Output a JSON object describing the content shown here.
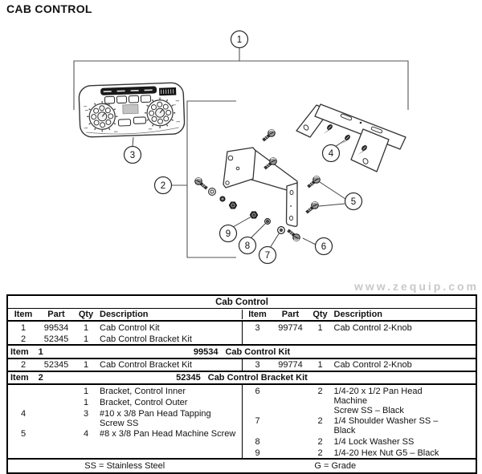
{
  "page": {
    "title": "CAB CONTROL",
    "watermark": "www.zequip.com"
  },
  "diagram": {
    "callouts": [
      "1",
      "2",
      "3",
      "4",
      "5",
      "6",
      "7",
      "8",
      "9"
    ],
    "parts": [
      "cab-control-2-knob-head",
      "inner-control-bracket",
      "outer-control-bracket",
      "pan-head-screws",
      "tapping-screws",
      "washers",
      "hex-nuts"
    ]
  },
  "table": {
    "title": "Cab Control",
    "headers": {
      "item": "Item",
      "part": "Part",
      "qty": "Qty",
      "desc": "Description"
    },
    "overview": {
      "left": [
        {
          "item": "1",
          "part": "99534",
          "qty": "1",
          "desc": "Cab Control Kit"
        },
        {
          "item": "2",
          "part": "52345",
          "qty": "1",
          "desc": "Cab Control Bracket Kit"
        }
      ],
      "right": [
        {
          "item": "3",
          "part": "99774",
          "qty": "1",
          "desc": "Cab Control 2-Knob"
        }
      ]
    },
    "section1": {
      "label": "Item",
      "num": "1",
      "part": "99534",
      "name": "Cab Control Kit",
      "left": [
        {
          "item": "2",
          "part": "52345",
          "qty": "1",
          "desc": "Cab Control Bracket Kit"
        }
      ],
      "right": [
        {
          "item": "3",
          "part": "99774",
          "qty": "1",
          "desc": "Cab Control 2-Knob"
        }
      ]
    },
    "section2": {
      "label": "Item",
      "num": "2",
      "part": "52345",
      "name": "Cab Control Bracket Kit",
      "left": [
        {
          "item": "",
          "part": "",
          "qty": "1",
          "desc": "Bracket, Control Inner"
        },
        {
          "item": "",
          "part": "",
          "qty": "1",
          "desc": "Bracket, Control Outer"
        },
        {
          "item": "4",
          "part": "",
          "qty": "3",
          "desc": "#10 x 3/8 Pan Head Tapping",
          "desc2": "Screw SS"
        },
        {
          "item": "5",
          "part": "",
          "qty": "4",
          "desc": "#8 x 3/8 Pan Head Machine Screw"
        }
      ],
      "right": [
        {
          "item": "6",
          "part": "",
          "qty": "2",
          "desc": "1/4-20 x 1/2 Pan Head Machine",
          "desc2": "Screw SS – Black"
        },
        {
          "item": "7",
          "part": "",
          "qty": "2",
          "desc": "1/4 Shoulder Washer SS – Black"
        },
        {
          "item": "8",
          "part": "",
          "qty": "2",
          "desc": "1/4 Lock Washer SS"
        },
        {
          "item": "9",
          "part": "",
          "qty": "2",
          "desc": "1/4-20 Hex Nut G5 – Black"
        }
      ]
    },
    "footer": {
      "left": "SS = Stainless Steel",
      "right": "G = Grade"
    }
  }
}
